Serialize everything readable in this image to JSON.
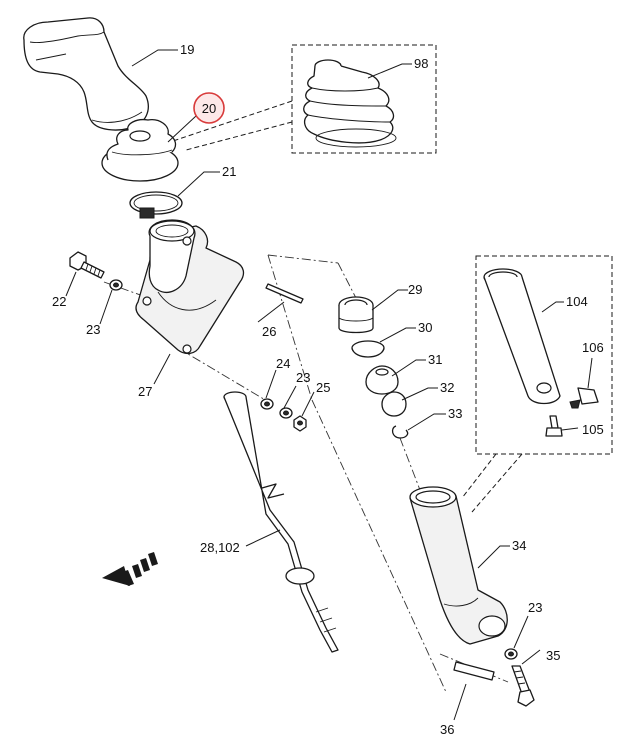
{
  "diagram": {
    "highlight_color": "#d83a3a",
    "labels": {
      "p19": "19",
      "p20": "20",
      "p21": "21",
      "p22": "22",
      "p23a": "23",
      "p23b": "23",
      "p23c": "23",
      "p24": "24",
      "p25": "25",
      "p26": "26",
      "p27": "27",
      "p28": "28,102",
      "p29": "29",
      "p30": "30",
      "p31": "31",
      "p32": "32",
      "p33": "33",
      "p34": "34",
      "p35": "35",
      "p36": "36",
      "p98": "98",
      "p104": "104",
      "p105": "105",
      "p106": "106"
    },
    "highlighted_part": "20",
    "direction_icon": "forward-arrow-icon"
  }
}
